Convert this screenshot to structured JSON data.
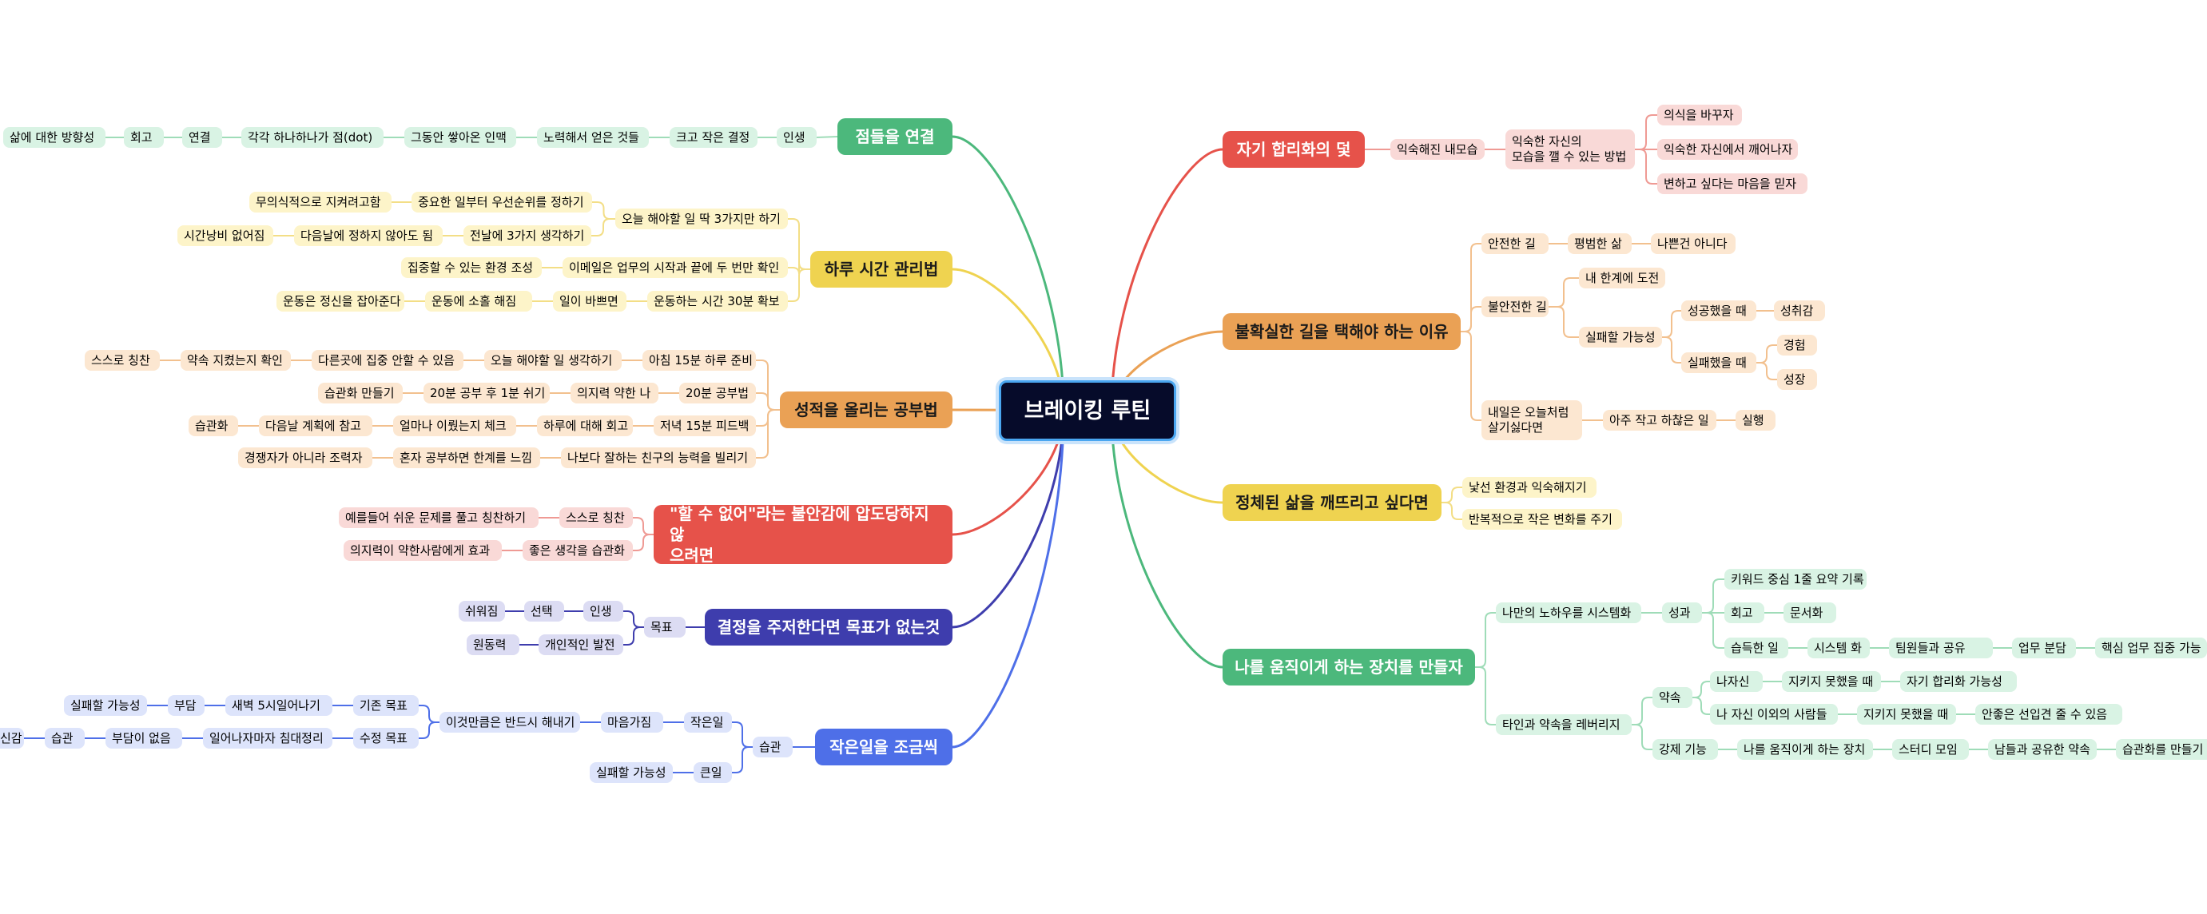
{
  "root": "브레이킹 루틴",
  "colors": {
    "green": "#4cb87c",
    "yellow": "#efd350",
    "orange": "#eaa155",
    "red": "#e6524a",
    "navy": "#3e3dad",
    "blue": "#4e6fe8",
    "green_light": "#d9f3e4",
    "yellow_light": "#fdf4c9",
    "orange_light": "#fce7d1",
    "red_light": "#f9d9d7",
    "navy_light": "#dcdcf3",
    "blue_light": "#dde4fb",
    "root_bg": "#060b2a",
    "root_border": "#4aa6f0"
  },
  "left": {
    "connect_dots": {
      "title": "점들을  연결",
      "nodes": [
        "인생",
        "크고 작은 결정",
        "노력해서 얻은 것들",
        "그동안 쌓아온 인맥",
        "각각 하나하나가 점(dot)",
        "연결",
        "회고",
        "삶에 대한 방향성"
      ]
    },
    "daily_time": {
      "title": "하루 시간 관리법",
      "nodes": [
        "오늘 해야할 일 딱 3가지만 하기",
        "중요한 일부터 우선순위를 정하기",
        "무의식적으로 지켜려고함",
        "전날에 3가지 생각하기",
        "다음날에 정하지 않아도 됨",
        "시간낭비 없어짐",
        "이메일은 업무의 시작과 끝에 두 번만 확인",
        "집중할 수 있는 환경 조성",
        "운동하는 시간 30분 확보",
        "일이 바쁘면",
        "운동에 소홀 해짐",
        "운동은 정신을 잡아준다"
      ]
    },
    "study": {
      "title": "성적을 올리는 공부법",
      "nodes": [
        "아침 15분 하루 준비",
        "오늘 해야할 일 생각하기",
        "다른곳에 집중 안할 수 있음",
        "약속 지켰는지 확인",
        "스스로 칭찬",
        "20분 공부법",
        "의지력 약한 나",
        "20분 공부 후 1분 쉬기",
        "습관화 만들기",
        "저녁 15분 피드백",
        "하루에 대해 회고",
        "얼마나 이뤘는지 체크",
        "다음날 계획에 참고",
        "습관화",
        "나보다 잘하는 친구의 능력을 빌리기",
        "혼자 공부하면 한계를 느낌",
        "경쟁자가 아니라 조력자"
      ]
    },
    "anxiety": {
      "title": "\"할 수 없어\"라는 불안감에 압도당하지 않\n으려면",
      "nodes": [
        "스스로 칭찬",
        "예를들어 쉬운 문제를 풀고 칭찬하기",
        "좋은 생각을 습관화",
        "의지력이 약한사람에게 효과"
      ]
    },
    "decide": {
      "title": "결정을 주저한다면 목표가 없는것",
      "nodes": [
        "목표",
        "인생",
        "선택",
        "쉬워짐",
        "개인적인 발전",
        "원동력"
      ]
    },
    "small": {
      "title": "작은일을 조금씩",
      "nodes": [
        "습관",
        "작은일",
        "마음가짐",
        "이것만큼은 반드시 해내기",
        "기존 목표",
        "새벽 5시일어나기",
        "부담",
        "실패할 가능성",
        "수정 목표",
        "일어나자마자 침대정리",
        "부담이 없음",
        "습관",
        "신감",
        "큰일",
        "실패할 가능성"
      ]
    }
  },
  "right": {
    "self": {
      "title": "자기 합리화의 덫",
      "nodes": [
        "익숙해진 내모습",
        "익숙한 자신의\n모습을 깰 수 있는 방법",
        "의식을 바꾸자",
        "익숙한 자신에서 깨어나자",
        "변하고 싶다는  마음을 믿자"
      ]
    },
    "uncertain": {
      "title": "불확실한 길을 택해야 하는 이유",
      "nodes": [
        "안전한 길",
        "평범한 삶",
        "나쁜건 아니다",
        "불안전한 길",
        "내 한계에 도전",
        "실패할 가능성",
        "성공했을 때",
        "성취감",
        "실패했을 때",
        "경험",
        "성장",
        "내일은 오늘처럼\n살기싫다면",
        "아주 작고 하찮은 일",
        "실행"
      ]
    },
    "stagnant": {
      "title": "정체된 삶을 깨뜨리고 싶다면",
      "nodes": [
        "낯선 환경과 익숙해지기",
        "반복적으로 작은 변화를 주기"
      ]
    },
    "device": {
      "title": "나를 움직이게 하는 장치를 만들자",
      "nodes": [
        "나만의 노하우를 시스템화",
        "성과",
        "키워드 중심 1줄 요약 기록",
        "회고",
        "문서화",
        "습득한 일",
        "시스템 화",
        "팀원들과 공유",
        "업무 분담",
        "핵심 업무 집중 가능",
        "타인과 약속을 레버리지",
        "약속",
        "나자신",
        "지키지 못했을 때",
        "자기 합리화 가능성",
        "나 자신 이외의 사람들",
        "지키지 못했을 때",
        "안좋은 선입견 줄 수 있음",
        "강제 기능",
        "나를 움직이게 하는 장치",
        "스터디 모임",
        "남들과 공유한 약속",
        "습관화를 만들기"
      ]
    }
  }
}
